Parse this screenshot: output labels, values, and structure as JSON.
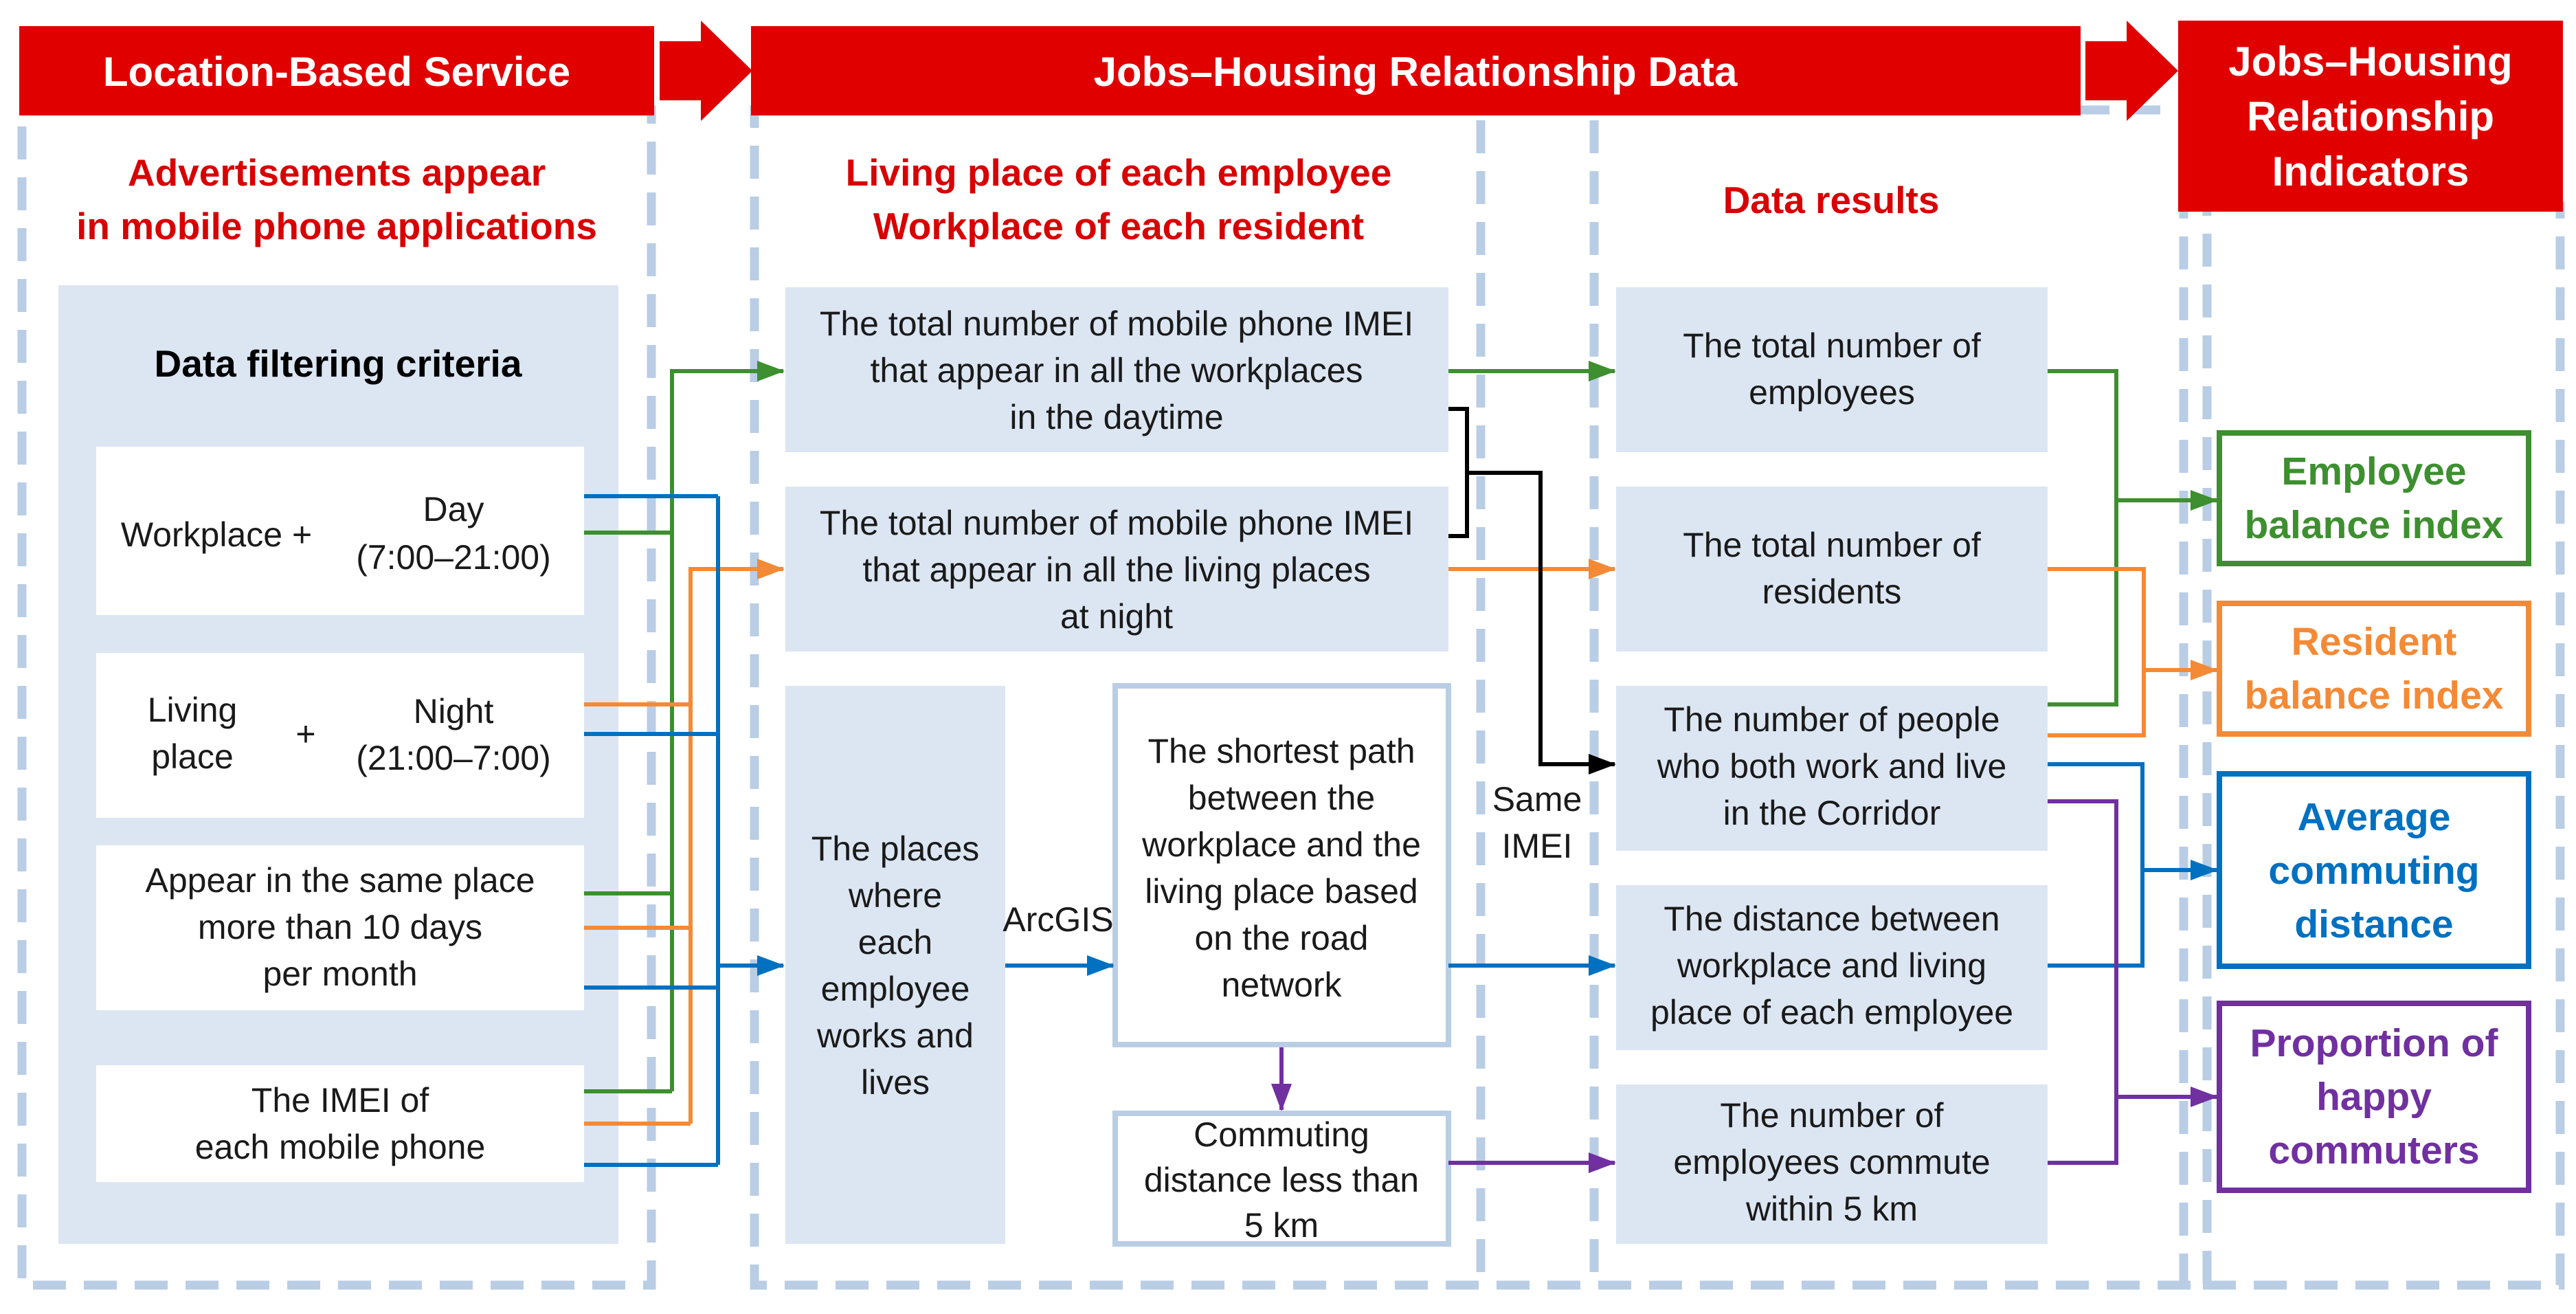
{
  "headers": {
    "lbs": "Location-Based Service",
    "jhr_data": "Jobs–Housing Relationship Data",
    "indicators": [
      "Jobs–Housing",
      "Relationship",
      "Indicators"
    ]
  },
  "col1": {
    "subtitle": [
      "Advertisements appear",
      "in mobile phone applications"
    ],
    "criteria_title": "Data filtering criteria",
    "workplace_label": "Workplace +",
    "day_label": [
      "Day",
      "(7:00–21:00)"
    ],
    "living_label": [
      "Living",
      "place"
    ],
    "plus": "+",
    "night_label": [
      "Night",
      "(21:00–7:00)"
    ],
    "same_place": [
      "Appear in the same place",
      "more than 10 days",
      "per month"
    ],
    "imei": [
      "The IMEI of",
      "each mobile phone"
    ]
  },
  "col2": {
    "subtitle": [
      "Living place of each employee",
      "Workplace of each resident"
    ],
    "workplaces_box": [
      "The total number of mobile phone IMEI",
      "that appear in all the workplaces",
      "in the daytime"
    ],
    "living_box": [
      "The total number of mobile phone IMEI",
      "that appear in all the living places",
      "at night"
    ],
    "places_box": [
      "The places",
      "where",
      "each",
      "employee",
      "works and",
      "lives"
    ],
    "arcgis": "ArcGIS",
    "shortest_box": [
      "The shortest path",
      "between the",
      "workplace and the",
      "living place based",
      "on the road",
      "network"
    ],
    "commute_box": [
      "Commuting",
      "distance less than",
      "5 km"
    ],
    "same_imei": [
      "Same",
      "IMEI"
    ]
  },
  "col3": {
    "subtitle": "Data results",
    "employees": [
      "The total number of",
      "employees"
    ],
    "residents": [
      "The total number of",
      "residents"
    ],
    "both": [
      "The number of people",
      "who both work and live",
      "in the Corridor"
    ],
    "distance": [
      "The distance between",
      "workplace and living",
      "place of each employee"
    ],
    "within5": [
      "The number of",
      "employees commute",
      "within 5 km"
    ]
  },
  "indicators": {
    "employee_balance": [
      "Employee",
      "balance index"
    ],
    "resident_balance": [
      "Resident",
      "balance index"
    ],
    "avg_commute": [
      "Average",
      "commuting",
      "distance"
    ],
    "happy_commuters": [
      "Proportion of",
      "happy",
      "commuters"
    ]
  },
  "colors": {
    "header_red": "#e00000",
    "subtitle_red": "#d80000",
    "panel_fill": "#dce6f2",
    "dash_border": "#b9cde5",
    "green": "#3d8f2f",
    "orange": "#f48a36",
    "blue": "#0070c0",
    "purple": "#7030a0",
    "black": "#000000"
  }
}
